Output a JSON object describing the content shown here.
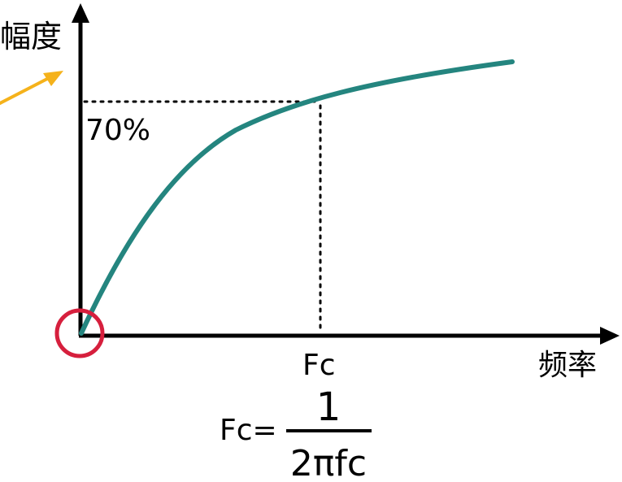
{
  "diagram": {
    "y_axis_label": "幅度",
    "x_axis_label": "频率",
    "amplitude_marker": "70%",
    "cutoff_marker": "Fc",
    "formula": {
      "lhs": "Fc=",
      "numerator": "1",
      "denominator": "2πfc"
    }
  },
  "colors": {
    "curve": "#24857f",
    "axes": "#000000",
    "origin_circle": "#d61f3d",
    "arrow": "#f5b21b",
    "guides": "#000000"
  }
}
